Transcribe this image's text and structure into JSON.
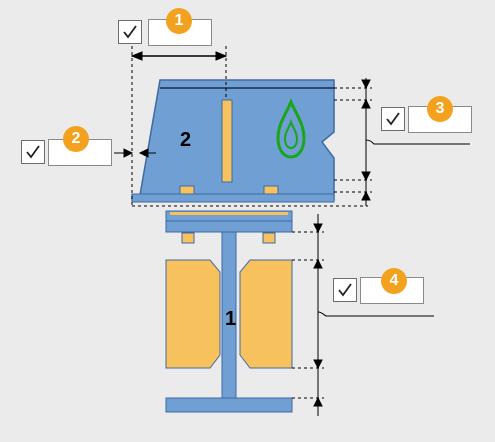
{
  "colors": {
    "background": "#ebebeb",
    "plate_blue": "#6f9fd3",
    "plate_outline": "#3f6aa0",
    "bolt_orange": "#f7c25e",
    "badge_orange": "#f3a21f",
    "drop_green": "#1aa51a",
    "dim_line": "#000000"
  },
  "labels": {
    "part_1": "1",
    "part_2": "2"
  },
  "callouts": [
    {
      "number": "1",
      "checked": true,
      "value": "",
      "target": "top-width-dimension"
    },
    {
      "number": "2",
      "checked": true,
      "value": "",
      "target": "left-gap-dimension"
    },
    {
      "number": "3",
      "checked": true,
      "value": "",
      "target": "top-plate-height-dimension"
    },
    {
      "number": "4",
      "checked": true,
      "value": "",
      "target": "column-stiffener-dimension"
    }
  ],
  "icons": {
    "check": "checkmark-icon",
    "drop": "weld-drop-icon"
  }
}
